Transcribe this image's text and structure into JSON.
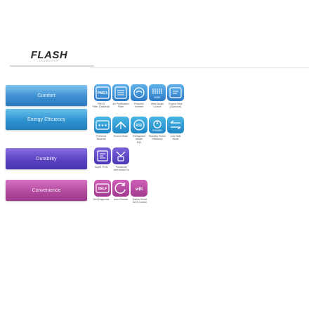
{
  "logo": {
    "brand": "FLASH",
    "subtitle": "INVERTER"
  },
  "categories": [
    {
      "label": "Comfort",
      "color": "#3e8fd1"
    },
    {
      "label": "Energy Efficiency",
      "color": "#2f92cf"
    },
    {
      "label": "Durability",
      "color": "#5a42c4"
    },
    {
      "label": "Convenience",
      "color": "#b34a9f"
    }
  ],
  "comfort": {
    "icons": [
      {
        "name": "pm25-filter-icon",
        "text": "PM2.5"
      },
      {
        "name": "air-purification-icon",
        "text": ""
      },
      {
        "name": "powerful-inverter-icon",
        "text": ""
      },
      {
        "name": "wide-angle-louvre-icon",
        "text": "WIDE\nANGLE"
      },
      {
        "name": "sleep-mode-icon",
        "text": ""
      }
    ],
    "captions": [
      "PM2.5\nFilter (Optional)",
      "Air Purification\nFilter",
      "Powerful\nInverter",
      "Wide Angle\nLouvre",
      "Ezyme Blue\n(Optional)"
    ]
  },
  "energy": {
    "icons": [
      {
        "name": "performa-icon",
        "text": "★★★"
      },
      {
        "name": "econo-mode-icon",
        "text": ""
      },
      {
        "name": "refrigerant-r32-icon",
        "text": "R32"
      },
      {
        "name": "standby-power-icon",
        "text": "STANDBY"
      },
      {
        "name": "low-watt-icon",
        "text": "LOW\nWATT"
      }
    ],
    "captions": [
      "Performa\nEksenai",
      "Econo Mode",
      "Refrigerant ramah\nR32",
      "Standby Power\nEfficiency",
      "Low Watt\nMode"
    ]
  },
  "durability": {
    "icons": [
      {
        "name": "super-pcb-icon",
        "text": ""
      },
      {
        "name": "anti-corrosion-icon",
        "text": ""
      }
    ],
    "captions": [
      "Super PCB",
      "Perlakuan\nAnti-korosi Cu"
    ]
  },
  "convenience": {
    "icons": [
      {
        "name": "self-diagnosis-icon",
        "text": "SELF"
      },
      {
        "name": "auto-restart-icon",
        "text": ""
      },
      {
        "name": "wifi-control-icon",
        "text": "wifi"
      }
    ],
    "captions": [
      "Self Diagnosis",
      "Auto Restart",
      "Daikin Smart\nWi-fi Control"
    ]
  }
}
